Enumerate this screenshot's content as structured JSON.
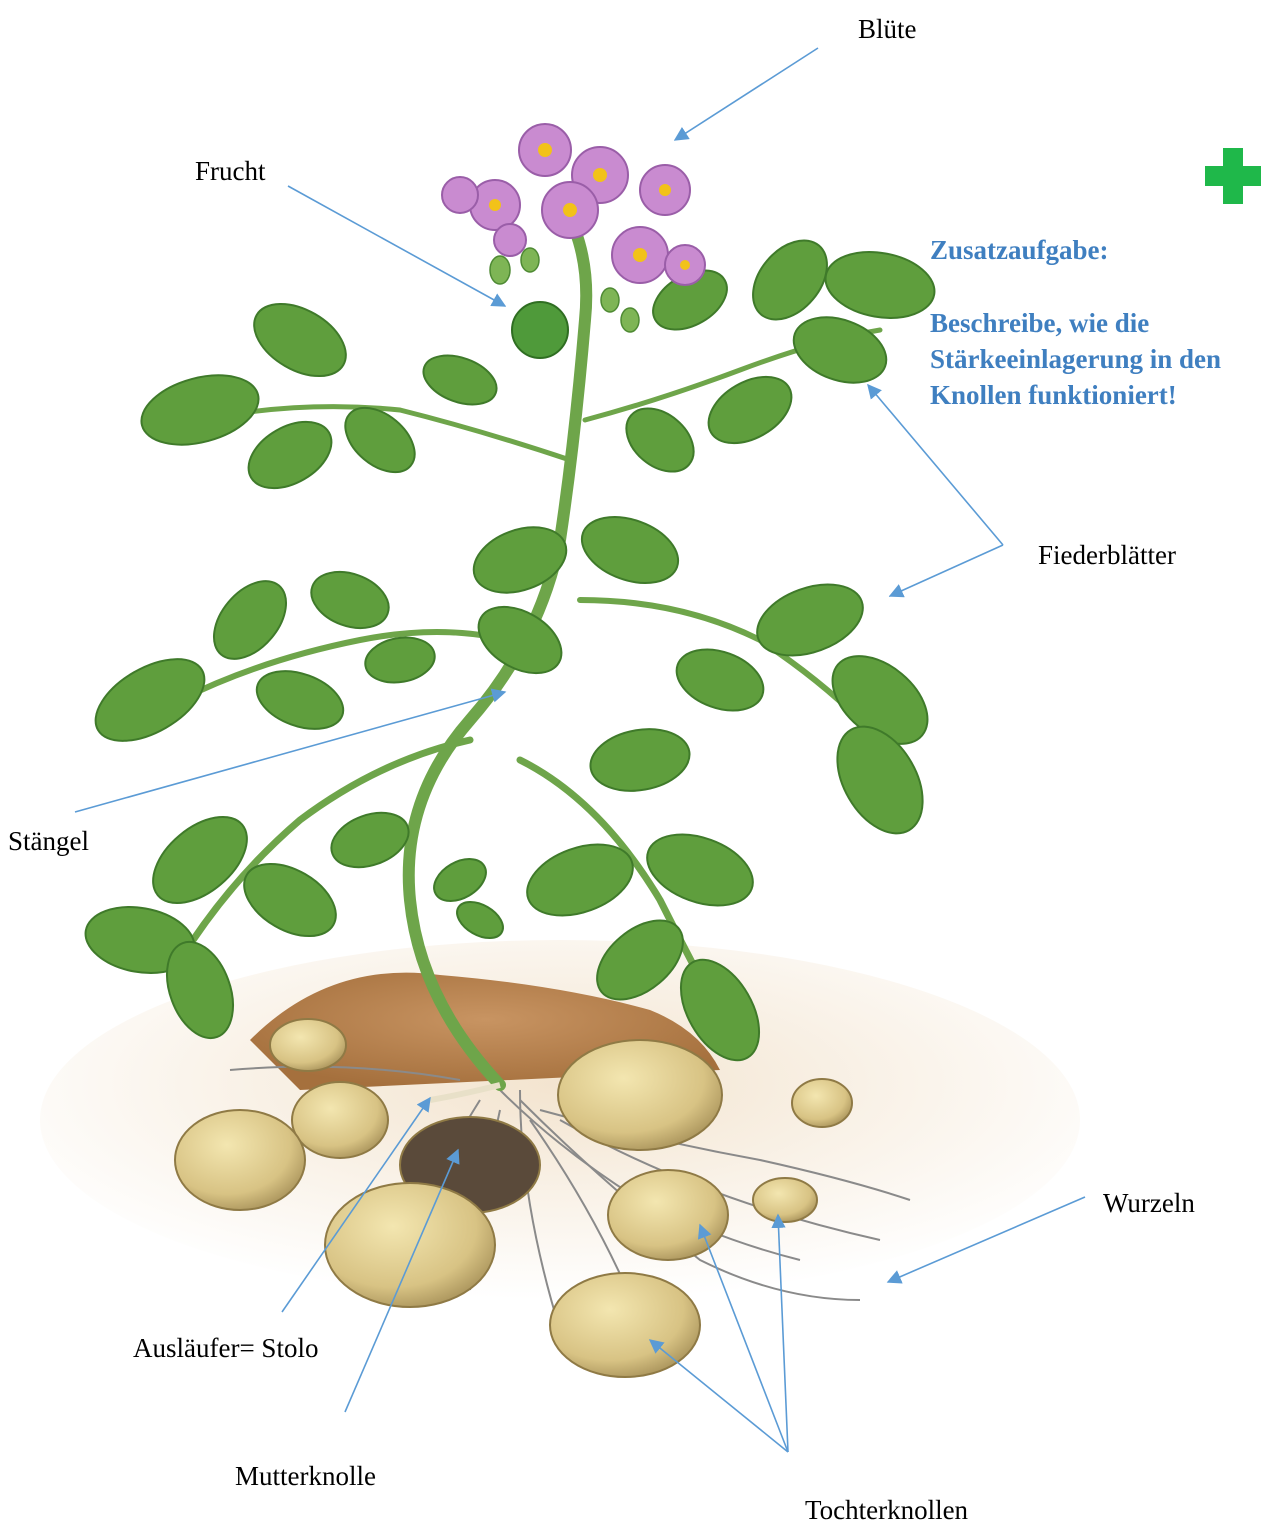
{
  "labels": {
    "bluete": "Blüte",
    "frucht": "Frucht",
    "fiederblaetter": "Fiederblätter",
    "staengel": "Stängel",
    "wurzeln": "Wurzeln",
    "auslaeufer": "Ausläufer= Stolo",
    "mutterknolle": "Mutterknolle",
    "tochterknollen": "Tochterknollen"
  },
  "task": {
    "heading": "Zusatzaufgabe:",
    "line1": "Beschreibe, wie die",
    "line2": "Stärkeeinlagerung in den",
    "line3": "Knollen funktioniert!"
  },
  "icons": {
    "plus": "plus-cross-icon"
  },
  "colors": {
    "arrow": "#5b9bd5",
    "task_text": "#3f7fc0",
    "plus": "#1fb84a",
    "leaf": "#5f9e3d",
    "leaf_dark": "#3f7a2a",
    "flower": "#c98bd0",
    "tuber": "#d9c98a",
    "soil": "#b9834f"
  }
}
